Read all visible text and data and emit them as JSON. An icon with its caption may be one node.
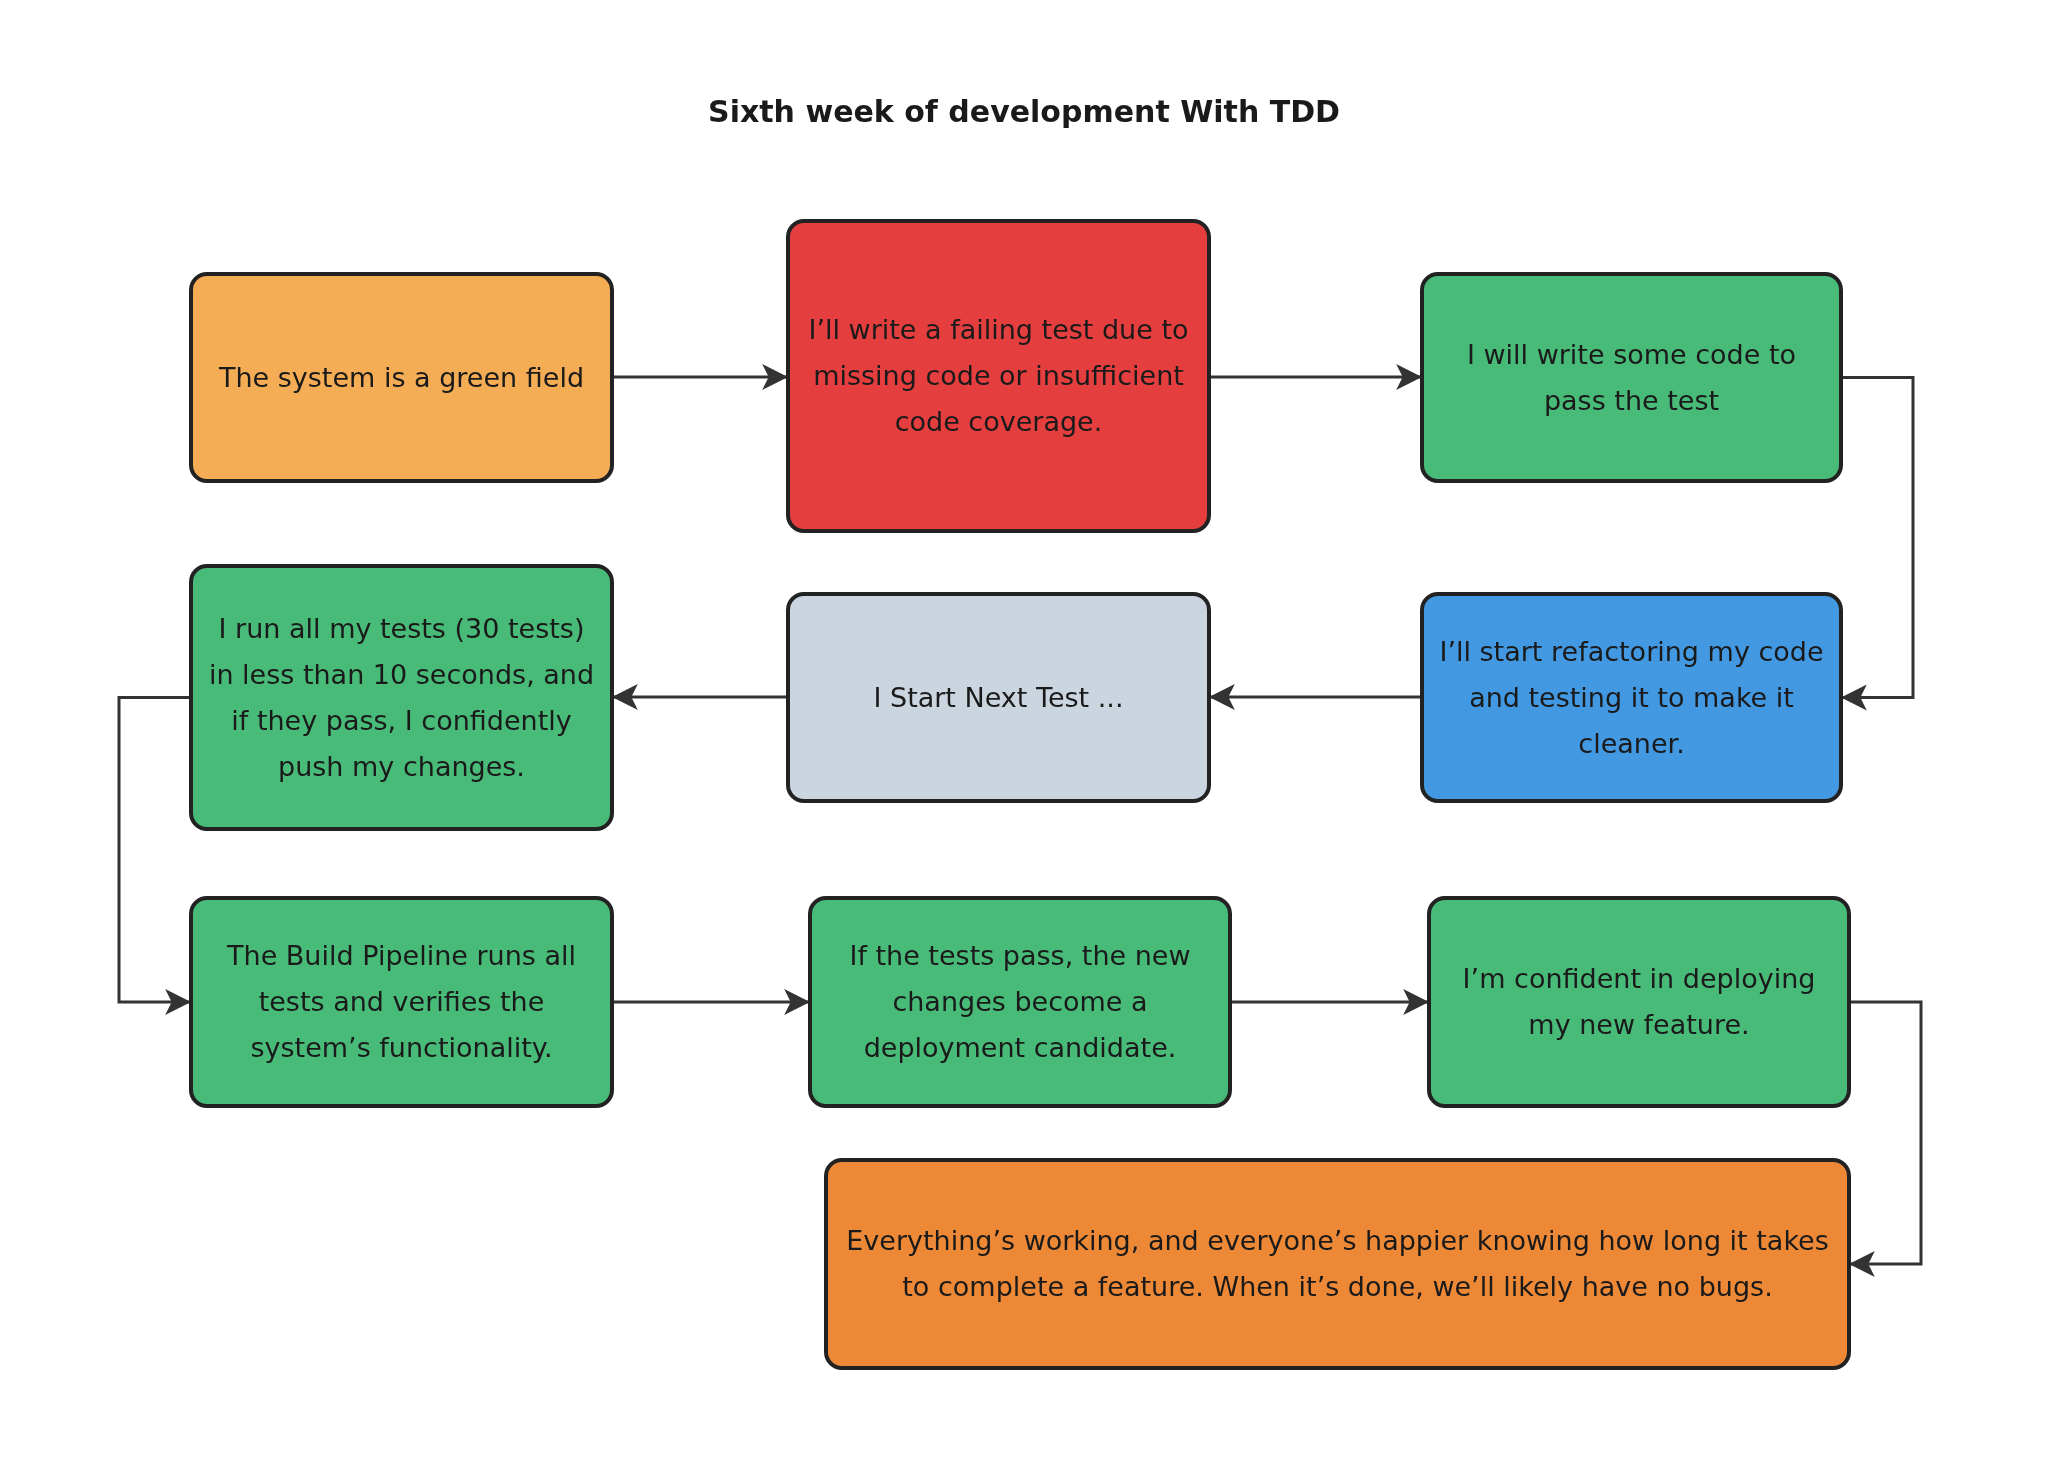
{
  "diagram": {
    "title": "Sixth week of development With TDD",
    "nodes": [
      {
        "text": [
          "The system is a green field"
        ]
      },
      {
        "text": [
          "I’ll write a failing test due to missing code or insufficient code coverage."
        ]
      },
      {
        "text": [
          "I will write some code to pass the test"
        ]
      },
      {
        "text": [
          "I’ll start refactoring my code and testing it to make it cleaner."
        ]
      },
      {
        "text": [
          "I Start Next Test ..."
        ]
      },
      {
        "text": [
          "I run all my tests (30 tests) in less than 10 seconds, and if they pass, I confidently push my changes."
        ]
      },
      {
        "text": [
          "The Build Pipeline runs all tests and verifies the system’s functionality."
        ]
      },
      {
        "text": [
          "If the tests pass, the new changes become a deployment candidate."
        ]
      },
      {
        "text": [
          "I’m confident in deploying my new feature."
        ]
      },
      {
        "text": [
          "Everything’s working, and everyone’s happier knowing how long it takes to complete a feature. When it’s done, we’ll likely have no bugs."
        ]
      }
    ],
    "edges": [
      {
        "from": 0,
        "to": 1,
        "arrow": "to"
      },
      {
        "from": 1,
        "to": 2,
        "arrow": "to"
      },
      {
        "from": 2,
        "to": 3,
        "arrow": "to"
      },
      {
        "from": 3,
        "to": 4,
        "arrow": "to"
      },
      {
        "from": 4,
        "to": 5,
        "arrow": "to"
      },
      {
        "from": 5,
        "to": 6,
        "arrow": "to"
      },
      {
        "from": 6,
        "to": 7,
        "arrow": "to"
      },
      {
        "from": 7,
        "to": 8,
        "arrow": "to"
      },
      {
        "from": 8,
        "to": 9,
        "arrow": "to"
      }
    ]
  }
}
